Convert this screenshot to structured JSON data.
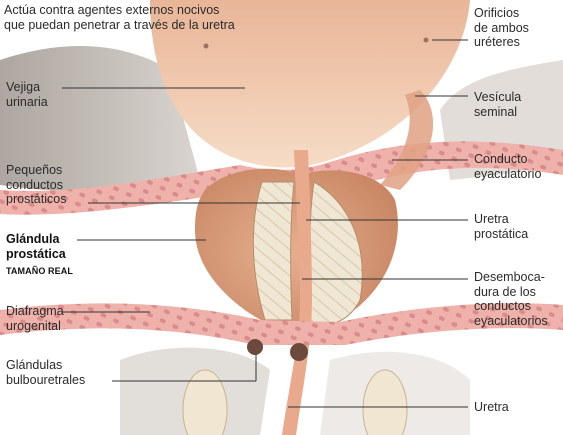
{
  "header": {
    "description": "Actúa contra agentes externos nocivos\nque puedan penetrar a través de la uretra"
  },
  "labels": {
    "orificios": "Orificios\nde ambos\nuréteres",
    "vejiga": "Vejiga\nurinaria",
    "vesicula": "Vesícula\nseminal",
    "conducto": "Conducto\neyaculatorio",
    "pequenos": "Pequeños\nconductos\nprostáticos",
    "uretra_prostatica": "Uretra\nprostática",
    "glandula": "Glándula\nprostática",
    "tamano": "TAMAÑO REAL",
    "desemboca": "Desemboca-\ndura de los\nconductos\neyaculatorios",
    "diafragma": "Diafragma\nurogenital",
    "glandulas_bulbo": "Glándulas\nbulbouretrales",
    "uretra": "Uretra"
  },
  "colors": {
    "bladder_fill": "#f2cdb1",
    "muscle_band": "#e7a9a0",
    "muscle_stripe": "#c8757a",
    "prostate": "#dca07e",
    "lobe_fill": "#ece3cf",
    "shadow": "#b9b2ab"
  }
}
